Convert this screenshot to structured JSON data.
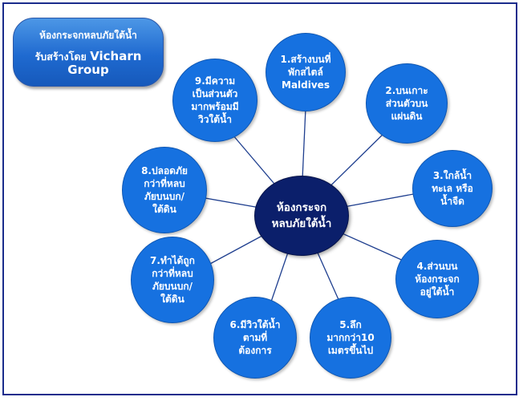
{
  "title": {
    "line1": "ห้องกระจกหลบภัยใต้น้ำ",
    "line2_prefix": "รับสร้างโดย ",
    "line2_brand": "Vicharn Group"
  },
  "center": {
    "label": "ห้องกระจก\nหลบภัยใต้น้ำ"
  },
  "nodes": [
    {
      "label": "1.สร้างบนที่\nพักสไตล์\nMaldives"
    },
    {
      "label": "2.บนเกาะ\nส่วนตัวบน\nแผ่นดิน"
    },
    {
      "label": "3.ใกล้น้ำ\nทะเล หรือ\nน้ำจืด"
    },
    {
      "label": "4.ส่วนบน\nห้องกระจก\nอยู่ใต้น้ำ"
    },
    {
      "label": "5.ลึก\nมากกว่า10\nเมตรขึ้นไป"
    },
    {
      "label": "6.มีวิวใต้น้ำ\nตามที่\nต้องการ"
    },
    {
      "label": "7.ทำได้ถูก\nกว่าที่หลบ\nภัยบนบก/\nใต้ดิน"
    },
    {
      "label": "8.ปลอดภัย\nกว่าที่หลบ\nภัยบนบก/\nใต้ดิน"
    },
    {
      "label": "9.มีความ\nเป็นส่วนตัว\nมากพร้อมมี\nวิวใต้น้ำ"
    }
  ],
  "colors": {
    "node": "#1671e0",
    "center": "#0b1f6b",
    "frame": "#1a2c8c",
    "link": "#1f3f8f"
  }
}
